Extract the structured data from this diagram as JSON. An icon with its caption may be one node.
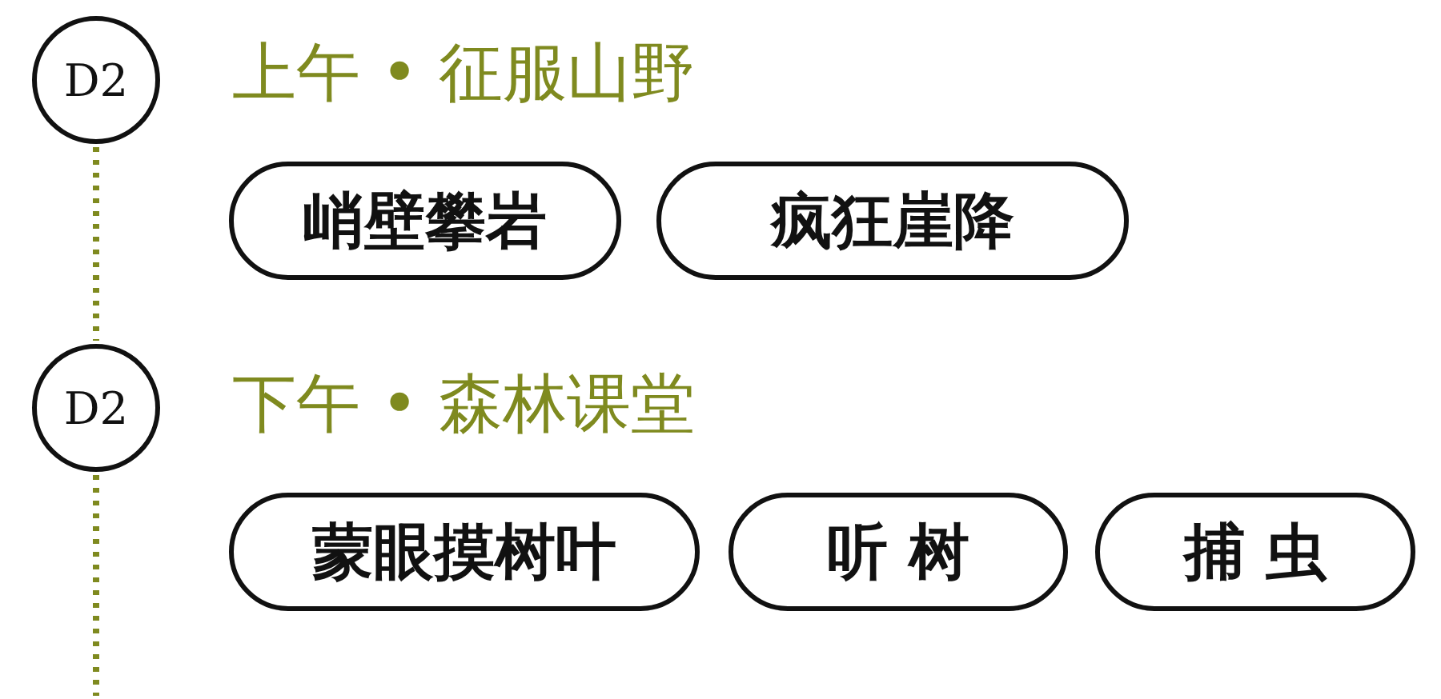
{
  "diagram": {
    "nodes": [
      {
        "text": [
          "D2"
        ]
      },
      {
        "text": [
          "峭壁攀岩"
        ]
      },
      {
        "text": [
          "疯狂崖降"
        ]
      },
      {
        "text": [
          "D2"
        ]
      },
      {
        "text": [
          "蒙眼摸树叶"
        ]
      },
      {
        "text": [
          "听 树"
        ]
      },
      {
        "text": [
          "捕 虫"
        ]
      }
    ],
    "edges": [
      {
        "from": 0,
        "to": 3,
        "arrow": "none",
        "style": "dashed"
      },
      {
        "from": 3,
        "to": null,
        "arrow": "none",
        "style": "dashed"
      }
    ],
    "labels": [
      "上午 • 征服山野",
      "下午 • 森林课堂"
    ]
  }
}
